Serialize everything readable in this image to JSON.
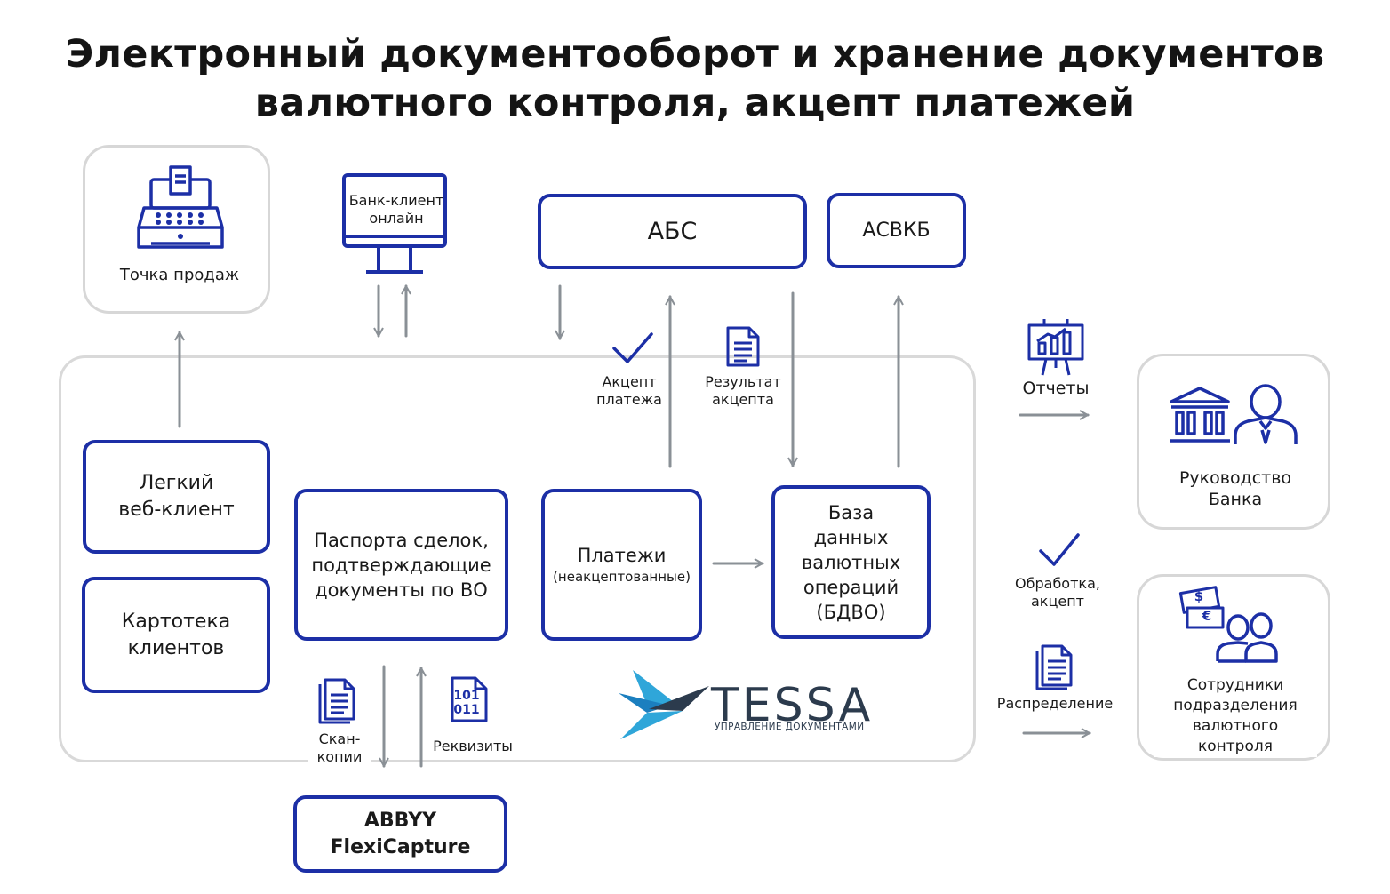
{
  "title": {
    "line1": "Электронный документооборот и хранение документов",
    "line2": "валютного контроля, акцепт платежей"
  },
  "nodes": {
    "pos": "Точка продаж",
    "bank_client": "Банк-клиент\nонлайн",
    "abs": "АБС",
    "asvkb": "АСВКБ",
    "web_client": "Легкий\nвеб-клиент",
    "card_index": "Картотека\nклиентов",
    "passports": "Паспорта сделок,\nподтверждающие\nдокументы по ВО",
    "payments": "Платежи",
    "payments_sub": "(неакцептованные)",
    "bdvo": "База\nданных\nвалютных\nопераций\n(БДВО)",
    "abbyy": "ABBYY\nFlexiCapture",
    "management": "Руководство\nБанка",
    "staff": "Сотрудники\nподразделения\nвалютного\nконтроля"
  },
  "labels": {
    "accept_payment": "Акцепт\nплатежа",
    "accept_result": "Результат\nакцепта",
    "reports": "Отчеты",
    "processing": "Обработка, акцепт",
    "distribution": "Распределение",
    "scan_copies": "Скан-\nкопии",
    "requisites": "Реквизиты",
    "binary": "101\n011",
    "currency_dollar": "$",
    "currency_euro": "€"
  },
  "logo": {
    "name": "TESSA",
    "tagline": "УПРАВЛЕНИЕ ДОКУМЕНТАМИ"
  },
  "colors": {
    "accent": "#1c2fa6",
    "arrow": "#8a9096",
    "frame": "#d9d9d9",
    "logo_blue": "#2fa6d9"
  },
  "icons": [
    "cash-register-icon",
    "monitor-icon",
    "checkmark-icon",
    "document-icon",
    "presentation-chart-icon",
    "bank-icon",
    "person-icon",
    "money-icon",
    "people-icon",
    "binary-file-icon",
    "tessa-bird-icon"
  ]
}
